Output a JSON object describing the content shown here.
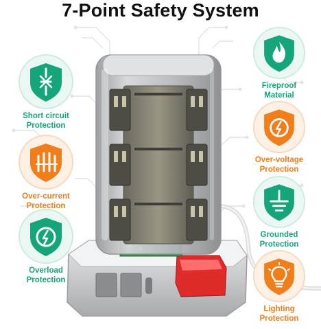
{
  "title": "7-Point Safety System",
  "features": [
    {
      "name": "short-circuit",
      "line1": "Short circuit",
      "line2": "Protection",
      "color": "#16a57a",
      "icon": "short-circuit-icon"
    },
    {
      "name": "over-current",
      "line1": "Over-current",
      "line2": "Protection",
      "color": "#f07e1a",
      "icon": "over-current-icon"
    },
    {
      "name": "overload",
      "line1": "Overload",
      "line2": "Protection",
      "color": "#16a57a",
      "icon": "overload-icon"
    },
    {
      "name": "fireproof",
      "line1": "Fireproof",
      "line2": "Material",
      "color": "#16a57a",
      "icon": "fire-icon"
    },
    {
      "name": "over-voltage",
      "line1": "Over-voltage",
      "line2": "Protection",
      "color": "#f07e1a",
      "icon": "over-voltage-icon"
    },
    {
      "name": "grounded",
      "line1": "Grounded",
      "line2": "Protection",
      "color": "#16a57a",
      "icon": "ground-icon"
    },
    {
      "name": "lighting",
      "line1": "Lighting",
      "line2": "Protection",
      "color": "#f07e1a",
      "icon": "lightbulb-icon"
    }
  ],
  "colors": {
    "green": "#16a57a",
    "orange": "#f07e1a",
    "circuit": "#e2e2e2"
  }
}
